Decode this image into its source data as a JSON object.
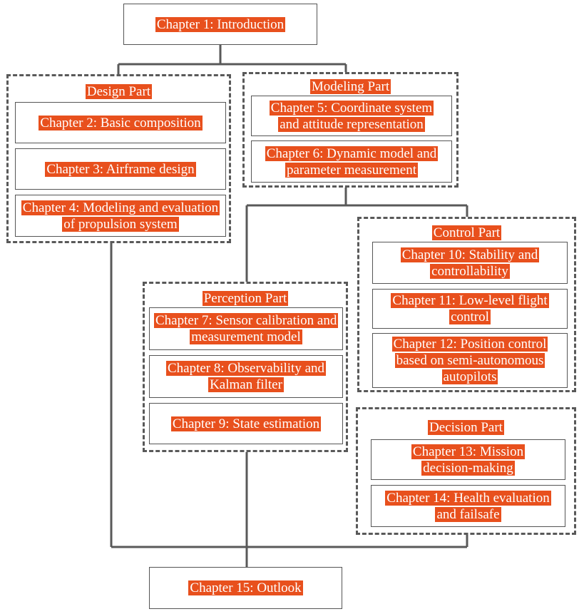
{
  "colors": {
    "highlight": "#e8501d",
    "highlight_text": "#ffffff",
    "frame": "#595959",
    "line": "#595959"
  },
  "chapter1": "Chapter 1: Introduction",
  "design": {
    "title": "Design  Part",
    "chapters": [
      "Chapter 2: Basic composition",
      "Chapter 3: Airframe design",
      "Chapter 4: Modeling and evaluation of propulsion system"
    ]
  },
  "modeling": {
    "title": "Modeling Part",
    "chapters": [
      "Chapter 5: Coordinate system and attitude representation",
      "Chapter 6: Dynamic model and parameter measurement"
    ]
  },
  "control": {
    "title": "Control Part",
    "chapters": [
      "Chapter 10: Stability and controllability",
      "Chapter 11: Low-level flight control",
      "Chapter 12: Position control based on semi-autonomous autopilots"
    ]
  },
  "perception": {
    "title": "Perception Part",
    "chapters": [
      "Chapter 7: Sensor calibration and measurement model",
      "Chapter 8: Observability and Kalman filter",
      "Chapter 9: State estimation"
    ]
  },
  "decision": {
    "title": "Decision Part",
    "chapters": [
      "Chapter 13: Mission decision-making",
      "Chapter 14: Health evaluation and failsafe"
    ]
  },
  "chapter15": "Chapter 15: Outlook"
}
